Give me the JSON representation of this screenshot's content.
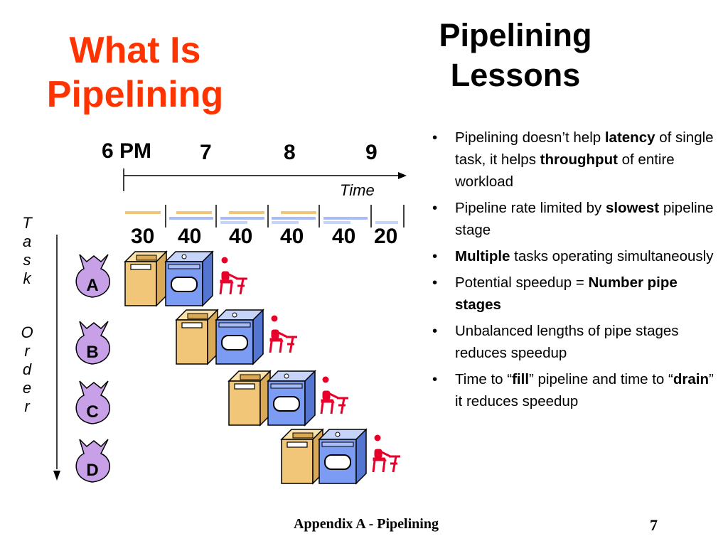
{
  "slide": {
    "title_left": "What Is Pipelining",
    "title_right": "Pipelining Lessons",
    "footer": "Appendix A - Pipelining",
    "page_number": "7"
  },
  "timeline": {
    "hours": [
      "6 PM",
      "7",
      "8",
      "9"
    ],
    "time_label": "Time",
    "stage_durations": [
      "30",
      "40",
      "40",
      "40",
      "40",
      "20"
    ],
    "axis_label_letters": [
      "T",
      "a",
      "s",
      "k",
      "O",
      "r",
      "d",
      "e",
      "r"
    ],
    "tasks": [
      "A",
      "B",
      "C",
      "D"
    ]
  },
  "bullets": [
    {
      "parts": [
        {
          "t": "Pipelining doesn’t help "
        },
        {
          "t": "latency",
          "b": true
        },
        {
          "t": " of single task, it helps "
        },
        {
          "t": "throughput",
          "b": true
        },
        {
          "t": " of entire workload"
        }
      ]
    },
    {
      "parts": [
        {
          "t": "Pipeline rate limited by "
        },
        {
          "t": "slowest",
          "b": true
        },
        {
          "t": " pipeline stage"
        }
      ]
    },
    {
      "parts": [
        {
          "t": "Multiple",
          "b": true
        },
        {
          "t": " tasks operating simultaneously"
        }
      ]
    },
    {
      "parts": [
        {
          "t": "Potential speedup = "
        },
        {
          "t": "Number pipe stages",
          "b": true
        }
      ]
    },
    {
      "parts": [
        {
          "t": "Unbalanced lengths of pipe stages reduces speedup"
        }
      ]
    },
    {
      "parts": [
        {
          "t": "Time to “"
        },
        {
          "t": "fill",
          "b": true
        },
        {
          "t": "” pipeline and time to “"
        },
        {
          "t": "drain",
          "b": true
        },
        {
          "t": "” it reduces speedup"
        }
      ]
    }
  ],
  "colors": {
    "title_accent": "#ff3300",
    "washer": "#f2c679",
    "dryer": "#7b9cf2",
    "bag": "#c7a0e8",
    "folder": "#e8002a"
  }
}
